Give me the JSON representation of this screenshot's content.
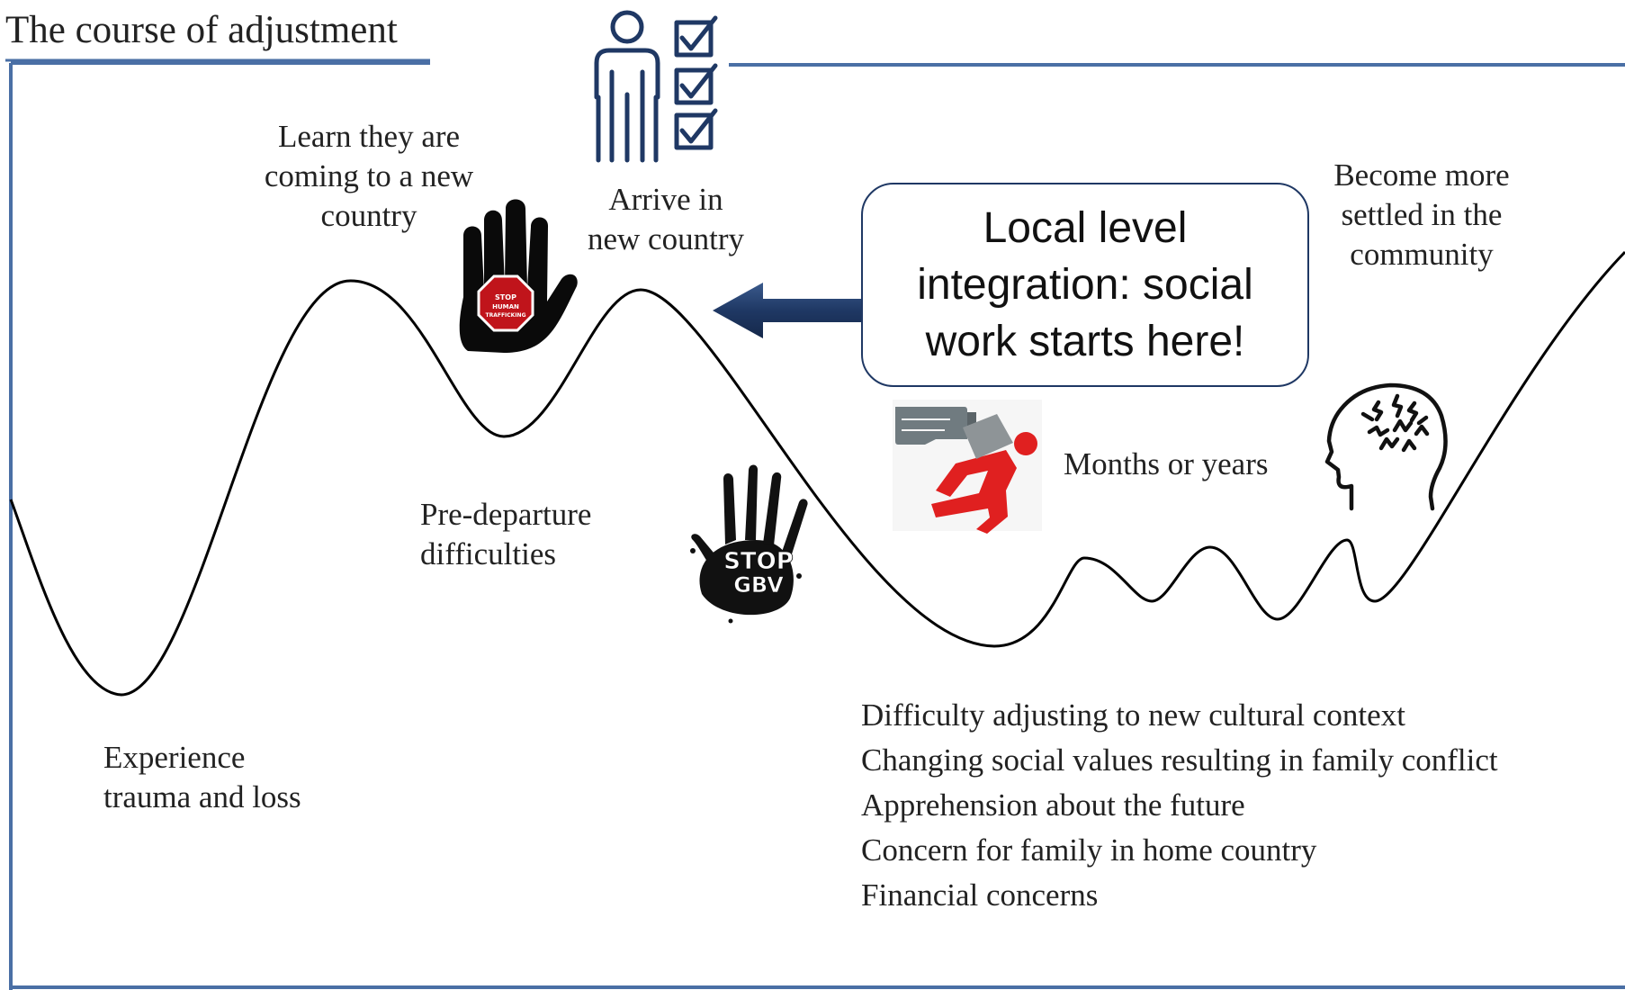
{
  "title": "The course of adjustment",
  "labels": {
    "learn": [
      "Learn they are",
      "coming to a new",
      "country"
    ],
    "arrive": [
      "Arrive in",
      "new country"
    ],
    "settled": [
      "Become more",
      "settled in the",
      "community"
    ],
    "predeparture": [
      "Pre-departure",
      "difficulties"
    ],
    "months": "Months or years",
    "trauma": [
      "Experience",
      "trauma and loss"
    ]
  },
  "callout": {
    "lines": [
      "Local level",
      "integration: social",
      "work starts here!"
    ]
  },
  "difficulties": [
    "Difficulty adjusting to new cultural context",
    "Changing social values resulting in family conflict",
    "Apprehension about the future",
    "Concern for family in home country",
    "Financial concerns"
  ],
  "icons": {
    "stop_trafficking": {
      "name": "stop-human-trafficking-hand-icon",
      "text": [
        "STOP",
        "HUMAN",
        "TRAFFICKING"
      ]
    },
    "stop_gbv": {
      "name": "stop-gbv-handprint-icon",
      "text": [
        "STOP",
        "GBV"
      ]
    },
    "person_checklist": "person-checklist-icon",
    "pointing_runner": "pointing-hand-runner-icon",
    "head_stress": "stressed-head-icon"
  },
  "colors": {
    "frame": "#4a6fa5",
    "curve": "#000000",
    "icon_navy": "#1f3864",
    "arrow": "#1f3864",
    "stop_red": "#c0141b",
    "runner_red": "#e02020",
    "hand_gray": "#707b80"
  }
}
